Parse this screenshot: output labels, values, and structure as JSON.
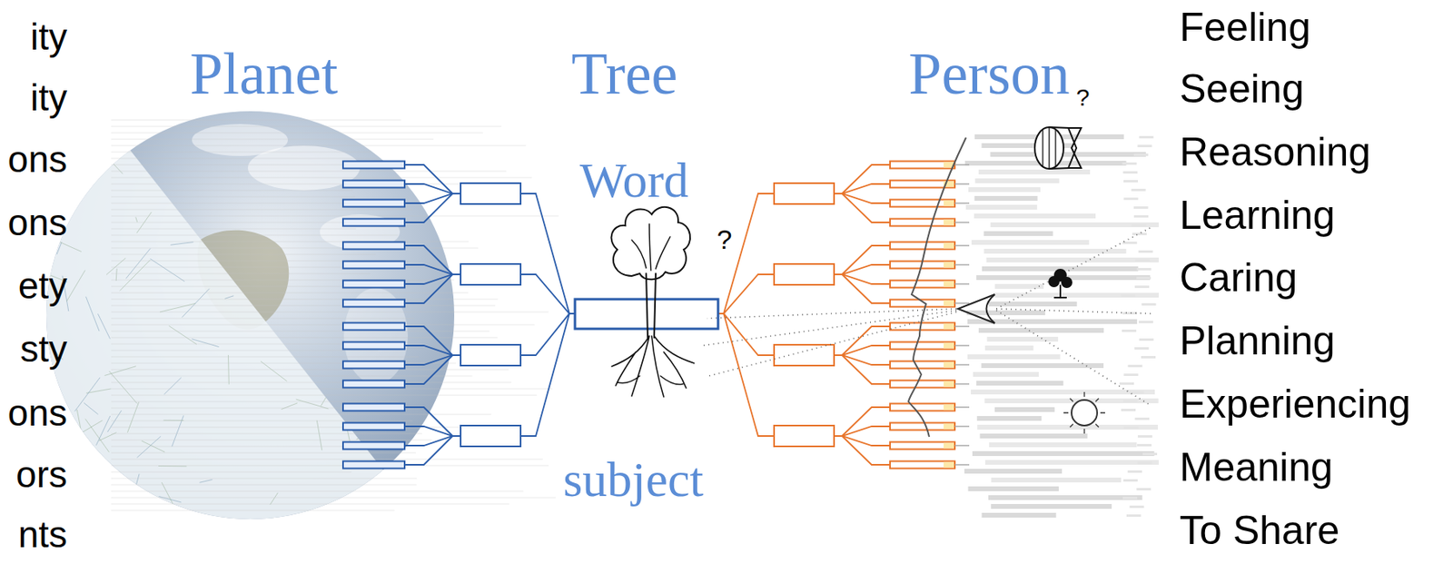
{
  "diagram": {
    "labels": [
      "ity",
      "ity",
      "ons",
      "ons",
      "ety",
      "sty",
      "ons",
      "ors",
      "nts",
      "Planet",
      "Tree",
      "Word",
      "?",
      "subject",
      "Person",
      "?",
      "Feeling",
      "Seeing",
      "Reasoning",
      "Learning",
      "Caring",
      "Planning",
      "Experiencing",
      "Meaning",
      "To Share"
    ]
  }
}
